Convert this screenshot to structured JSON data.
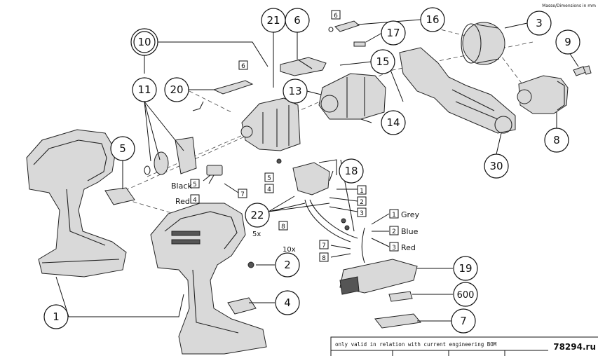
{
  "header": {
    "dimensions_note": "Masse/Dimensions in mm"
  },
  "callouts": [
    {
      "id": "c1",
      "label": "1"
    },
    {
      "id": "c2",
      "label": "2"
    },
    {
      "id": "c3",
      "label": "3"
    },
    {
      "id": "c4",
      "label": "4"
    },
    {
      "id": "c5",
      "label": "5"
    },
    {
      "id": "c6",
      "label": "6"
    },
    {
      "id": "c7",
      "label": "7"
    },
    {
      "id": "c8",
      "label": "8"
    },
    {
      "id": "c9",
      "label": "9"
    },
    {
      "id": "c10",
      "label": "10"
    },
    {
      "id": "c11",
      "label": "11"
    },
    {
      "id": "c13",
      "label": "13"
    },
    {
      "id": "c14",
      "label": "14"
    },
    {
      "id": "c15",
      "label": "15"
    },
    {
      "id": "c16",
      "label": "16"
    },
    {
      "id": "c17",
      "label": "17"
    },
    {
      "id": "c18",
      "label": "18"
    },
    {
      "id": "c19",
      "label": "19"
    },
    {
      "id": "c20",
      "label": "20"
    },
    {
      "id": "c21",
      "label": "21"
    },
    {
      "id": "c22",
      "label": "22"
    },
    {
      "id": "c30",
      "label": "30"
    },
    {
      "id": "c600",
      "label": "600"
    }
  ],
  "square_tags": {
    "t6a": "6",
    "t6b": "6",
    "t5a": "5",
    "t4a": "4",
    "t7a": "7",
    "t5b": "5",
    "t4b": "4",
    "t1a": "1",
    "t2a": "2",
    "t3a": "3",
    "t8a": "8",
    "t1b": "1",
    "t2b": "2",
    "t3b": "3",
    "t7b": "7",
    "t8b": "8"
  },
  "wire_labels": {
    "black": "Black",
    "red_left": "Red",
    "grey": "Grey",
    "blue": "Blue",
    "red_right": "Red"
  },
  "quantities": {
    "q22": "5x",
    "q2": "10x"
  },
  "footer": {
    "note": "only valid in relation with current engineering BOM",
    "watermark": "78294.ru"
  }
}
